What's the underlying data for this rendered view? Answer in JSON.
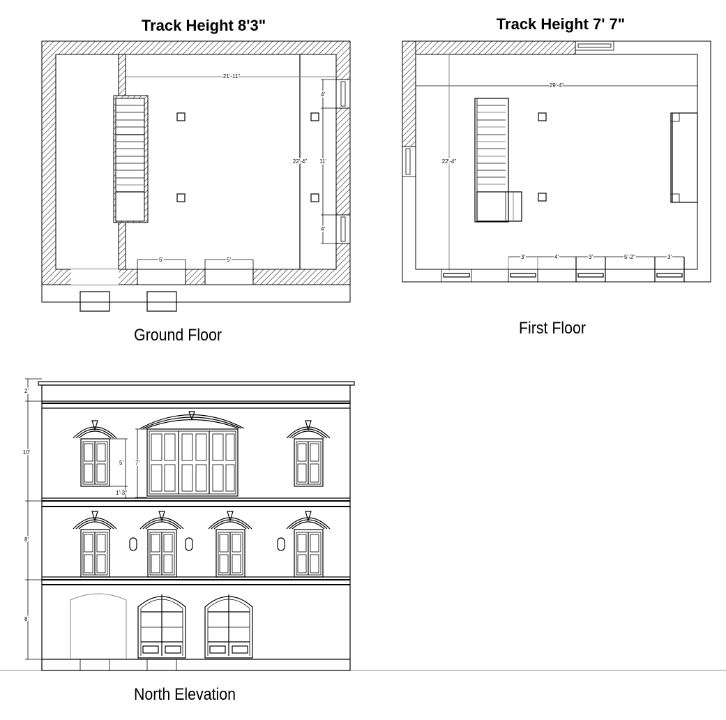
{
  "ground_floor": {
    "title": "Track Height 8'3\"",
    "caption": "Ground Floor",
    "dims": {
      "width": "21'-11\"",
      "depth": "22'-4\"",
      "wall_span": "11'",
      "window_top": "4'",
      "window_bottom": "4'",
      "door_1": "5'",
      "door_2": "5'"
    }
  },
  "first_floor": {
    "title": "Track Height 7' 7\"",
    "caption": "First Floor",
    "dims": {
      "width": "29'-4\"",
      "depth": "22'-4\"",
      "seg_1": "3'",
      "seg_2": "4'",
      "seg_3": "3'",
      "seg_4": "5'-2\"",
      "seg_5": "3'"
    }
  },
  "north_elevation": {
    "caption": "North Elevation",
    "dims": {
      "parapet": "2'",
      "top_storey": "10'",
      "middle_storey": "8'",
      "ground_storey": "8'",
      "window_height": "5'",
      "large_window_height": "7'",
      "sill_height": "1'-3\""
    }
  }
}
